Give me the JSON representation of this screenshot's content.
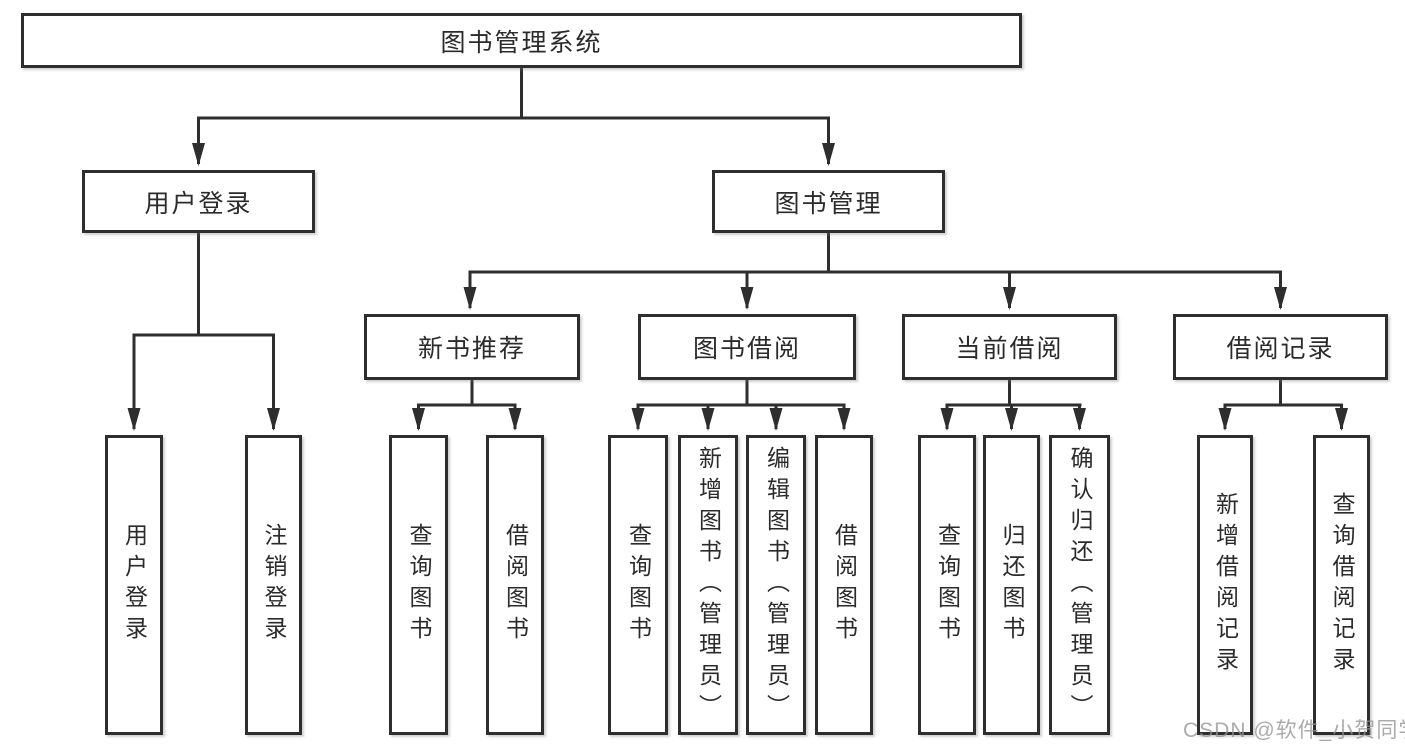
{
  "diagram_type": "hierarchy-tree",
  "tree": {
    "root": {
      "label": "图书管理系统",
      "children": [
        {
          "label": "用户登录",
          "children": [
            {
              "label": "用户登录"
            },
            {
              "label": "注销登录"
            }
          ]
        },
        {
          "label": "图书管理",
          "children": [
            {
              "label": "新书推荐",
              "children": [
                {
                  "label": "查询图书"
                },
                {
                  "label": "借阅图书"
                }
              ]
            },
            {
              "label": "图书借阅",
              "children": [
                {
                  "label": "查询图书"
                },
                {
                  "label": "新增图书（管理员）"
                },
                {
                  "label": "编辑图书（管理员）"
                },
                {
                  "label": "借阅图书"
                }
              ]
            },
            {
              "label": "当前借阅",
              "children": [
                {
                  "label": "查询图书"
                },
                {
                  "label": "归还图书"
                },
                {
                  "label": "确认归还（管理员）"
                }
              ]
            },
            {
              "label": "借阅记录",
              "children": [
                {
                  "label": "新增借阅记录"
                },
                {
                  "label": "查询借阅记录"
                }
              ]
            }
          ]
        }
      ]
    }
  },
  "colors": {
    "line": "#2e2e2e",
    "text": "#2b2b2b",
    "background": "#ffffff",
    "watermark_text": "#949494"
  },
  "watermark": {
    "text": "CSDN @软件_小贺同学"
  }
}
